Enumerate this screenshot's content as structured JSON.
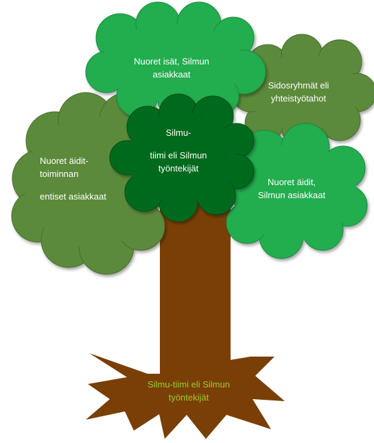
{
  "clouds": {
    "top": {
      "lines": [
        "Nuoret isät, Silmun",
        "asiakkaat"
      ],
      "color": "#22ad50"
    },
    "right_top": {
      "lines": [
        "Sidosryhmät eli",
        "yhteistyötahot"
      ],
      "color": "#5c8a3b"
    },
    "left": {
      "lines": [
        "Nuoret äidit-",
        "toiminnan",
        "entiset asiakkaat"
      ],
      "color": "#5c8a3b"
    },
    "right_bottom": {
      "lines": [
        "Nuoret äidit,",
        "Silmun asiakkaat"
      ],
      "color": "#22ad50"
    },
    "center": {
      "lines": [
        "Silmu-",
        "tiimi eli Silmun",
        "työntekijät"
      ],
      "color": "#006b1f"
    }
  },
  "trunk": {
    "color": "#7a3f06"
  },
  "roots": {
    "lines": [
      "Silmu-tiimi eli Silmun",
      "työntekijät"
    ],
    "color": "#7a3f06",
    "text_color": "#9acd32"
  }
}
